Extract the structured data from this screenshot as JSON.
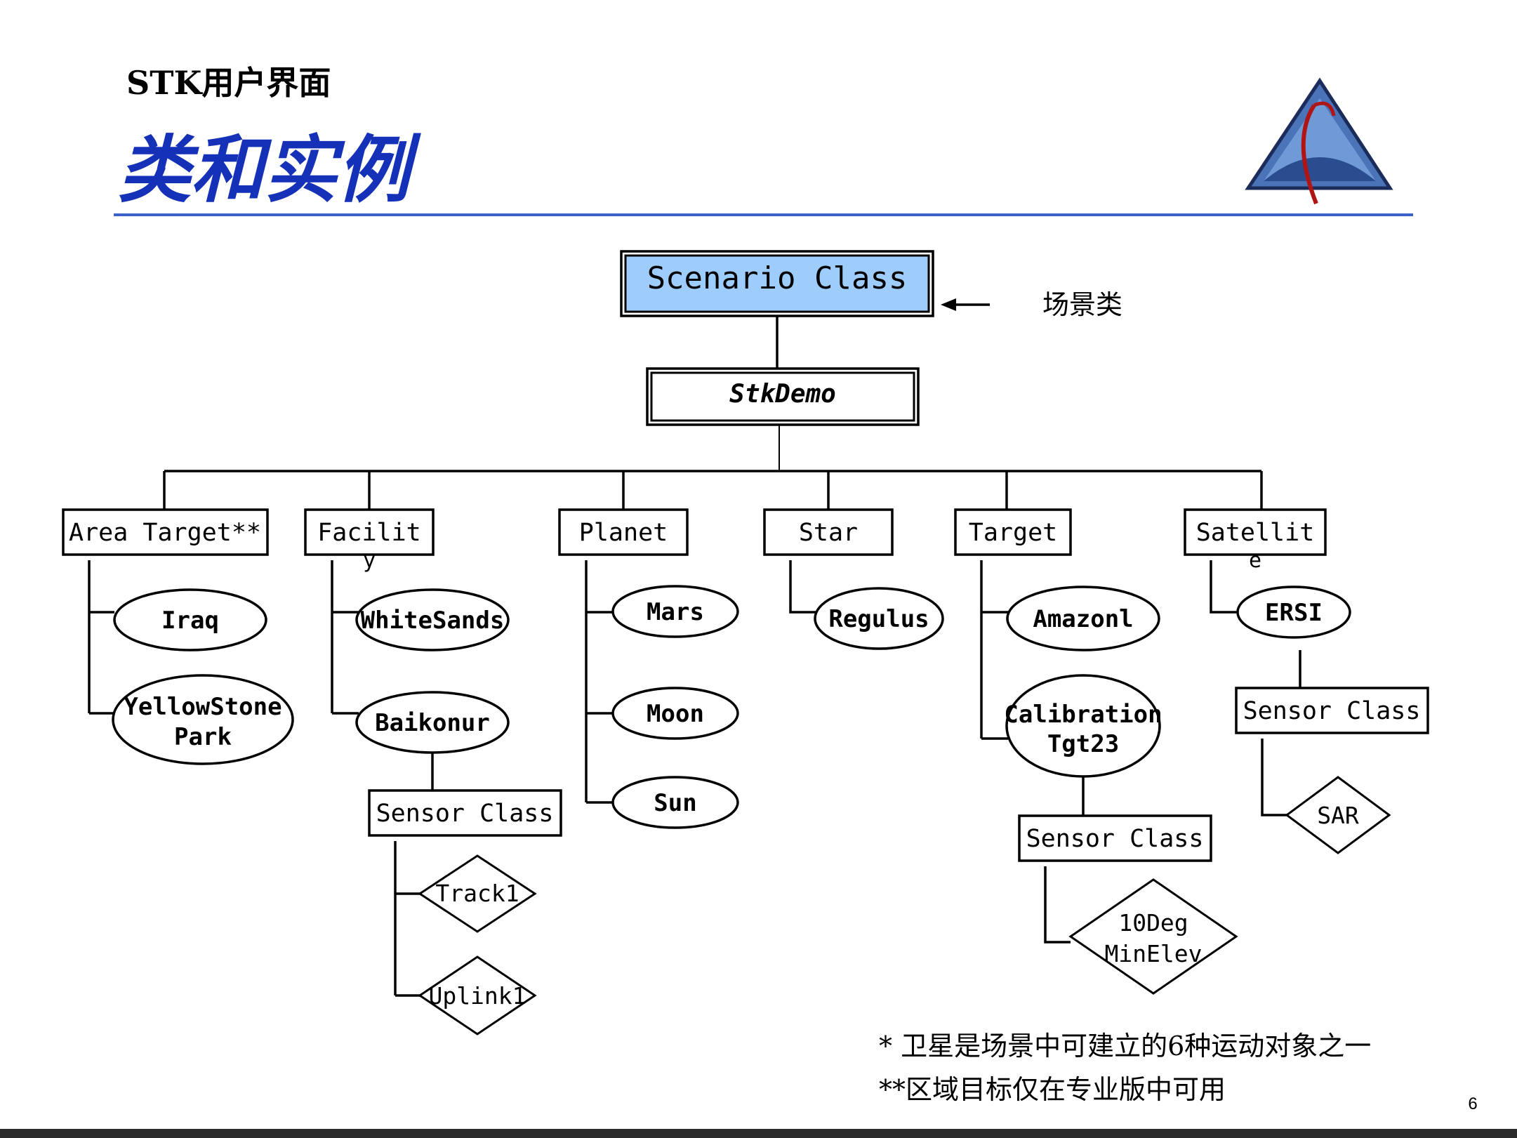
{
  "header": {
    "subtitle": "STK用户界面",
    "title": "类和实例"
  },
  "colors": {
    "title": "#1531b8",
    "rule": "#3a62c8",
    "root_fill": "#9fcdfb"
  },
  "root": {
    "label": "Scenario Class",
    "annotation": "场景类"
  },
  "scenario": {
    "label": "StkDemo"
  },
  "classes": [
    {
      "label": "Area Target**",
      "label2": "",
      "instances": [
        "Iraq",
        "YellowStone",
        "Park"
      ]
    },
    {
      "label": "Facilit",
      "label2": "y",
      "instances": [
        "WhiteSands",
        "Baikonur"
      ],
      "sensor": {
        "label": "Sensor Class",
        "children": [
          "Track1",
          "Uplink1"
        ]
      }
    },
    {
      "label": "Planet",
      "label2": "",
      "instances": [
        "Mars",
        "Moon",
        "Sun"
      ]
    },
    {
      "label": "Star",
      "label2": "",
      "instances": [
        "Regulus"
      ]
    },
    {
      "label": "Target",
      "label2": "",
      "instances": [
        "Amazonl",
        "Calibration",
        "Tgt23"
      ],
      "sensor": {
        "label": "Sensor Class",
        "children": [
          "10Deg",
          "MinElev"
        ]
      }
    },
    {
      "label": "Satellit",
      "label2": "e",
      "instances": [
        "ERSI"
      ],
      "sensor": {
        "label": "Sensor Class",
        "children": [
          "SAR"
        ]
      }
    }
  ],
  "footnotes": [
    "* 卫星是场景中可建立的6种运动对象之一",
    "**区域目标仅在专业版中可用"
  ],
  "page_number": "6",
  "logo": {
    "name": "AGI-triangle-logo"
  }
}
